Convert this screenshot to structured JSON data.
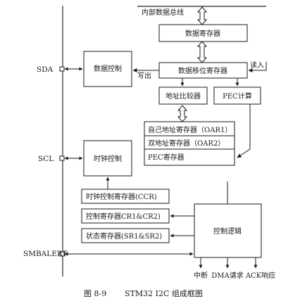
{
  "bus": {
    "label": "内部数据总线"
  },
  "boxes": {
    "data_register": "数据寄存器",
    "data_control": "数据控制",
    "data_shift_register": "数据移位寄存器",
    "address_comparator": "地址比较器",
    "pec_calc": "PEC计算",
    "oar1": "自己地址寄存器（OAR1）",
    "oar2": "双地址寄存器（OAR2）",
    "pec_register": "PEC寄存器",
    "clock_control": "时钟控制",
    "ccr": "时钟控制寄存器(CCR)",
    "cr": "控制寄存器CR1&CR2)",
    "sr": "状态寄存器(SR1&SR2)",
    "control_logic": "控制逻辑"
  },
  "arrow_labels": {
    "read_in": "读入",
    "write_out": "写出"
  },
  "pins": {
    "sda": "SDA",
    "scl": "SCL",
    "smbalert": "SMBALERT"
  },
  "outputs": {
    "interrupt": "中断",
    "dma": "DMA请求",
    "ack": "ACK响应"
  },
  "caption": {
    "number": "图 8-9",
    "title": "STM32 I2C 组成框图"
  }
}
